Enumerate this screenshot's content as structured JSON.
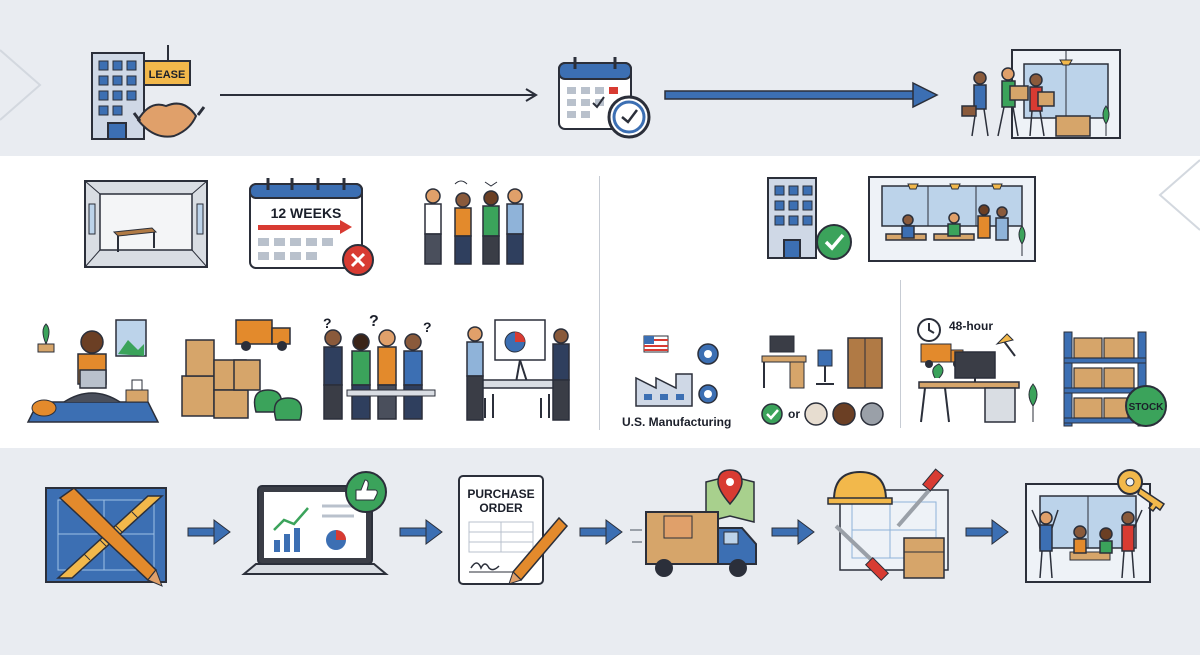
{
  "colors": {
    "outline": "#2b2f3a",
    "accent_blue": "#3c6fb3",
    "accent_orange": "#e38a2c",
    "accent_red": "#d83b32",
    "accent_green": "#3ba35b",
    "cardboard": "#d6a56a",
    "band_gray": "#e9ecf1",
    "band_white": "#ffffff"
  },
  "top_row": {
    "lease_sign": "LEASE"
  },
  "mid_left": {
    "calendar_banner": "12 WEEKS"
  },
  "mid_right": {
    "manufacturing_caption": "U.S. Manufacturing",
    "finish_or": "or",
    "delivery_caption": "48-hour",
    "stock_label": "STOCK"
  },
  "bottom_row": {
    "po_title_line1": "PURCHASE",
    "po_title_line2": "ORDER"
  }
}
